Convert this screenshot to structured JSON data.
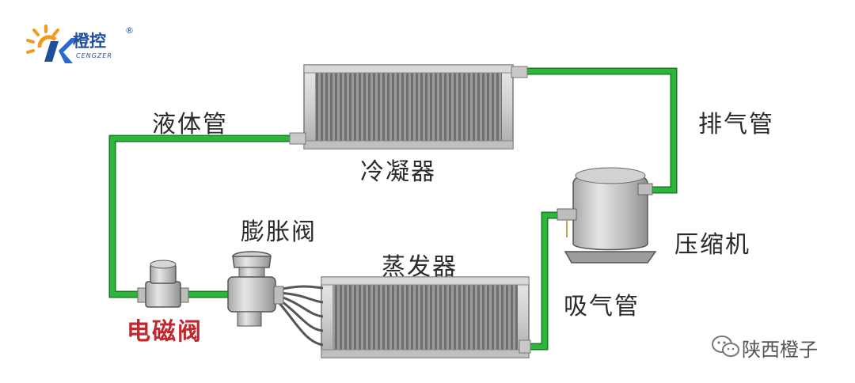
{
  "brand": {
    "name": "橙控",
    "reg_mark": "®",
    "english": "CENGZER"
  },
  "labels": {
    "liquid_pipe": "液体管",
    "condenser": "冷凝器",
    "discharge_pipe": "排气管",
    "compressor": "压缩机",
    "expansion_valve": "膨胀阀",
    "evaporator": "蒸发器",
    "suction_pipe": "吸气管",
    "solenoid_valve": "电磁阀"
  },
  "watermark": {
    "text": "陕西橙子"
  },
  "colors": {
    "pipe": "#2db53c",
    "pipe_outline": "#1a7a24",
    "solenoid_label": "#c0282e",
    "brand_blue": "#1f4f9a",
    "brand_orange": "#f39a1e"
  },
  "icons": {
    "logo": "sun-k-logo-icon",
    "watermark": "wechat-icon"
  }
}
